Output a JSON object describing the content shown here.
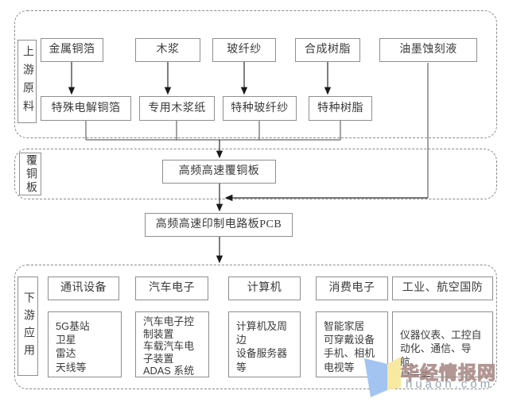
{
  "upstream": {
    "label": "上游原料",
    "row1": [
      "金属铜箔",
      "木浆",
      "玻纤纱",
      "合成树脂",
      "油墨蚀刻液"
    ],
    "row2": [
      "特殊电解铜箔",
      "专用木浆纸",
      "特种玻纤纱",
      "特种树脂"
    ]
  },
  "ccl": {
    "label": "覆铜板",
    "node": "高频高速覆铜板"
  },
  "pcb": {
    "node": "高频高速印制电路板PCB"
  },
  "downstream": {
    "label": "下游应用",
    "categories": [
      {
        "title": "通讯设备",
        "lines": [
          "5G基站",
          "卫星",
          "雷达",
          "天线等"
        ]
      },
      {
        "title": "汽车电子",
        "lines": [
          "汽车电子控",
          "制装置",
          "车载汽车电",
          "子装置",
          "ADAS 系统"
        ]
      },
      {
        "title": "计算机",
        "lines": [
          "计算机及周",
          "边",
          "设备服务器",
          "等"
        ]
      },
      {
        "title": "消费电子",
        "lines": [
          "智能家居",
          "可穿戴设备",
          "手机、相机",
          "电视等"
        ]
      },
      {
        "title": "工业、航空国防",
        "lines": [
          "仪器仪表、工控自",
          "动化、通信、导航、",
          "显示等"
        ]
      }
    ]
  },
  "watermark": {
    "brand": "华经情报网",
    "site": "huaon.com",
    "logo_blue": "#a3c4f1",
    "logo_yellow": "#f8e9a2"
  },
  "colors": {
    "box_border": "#8f8f8f",
    "dashed_border": "#8a8a8a",
    "text": "#3a3a3a",
    "plain_line": "#666666",
    "arrow_line": "#2a2a2a"
  }
}
